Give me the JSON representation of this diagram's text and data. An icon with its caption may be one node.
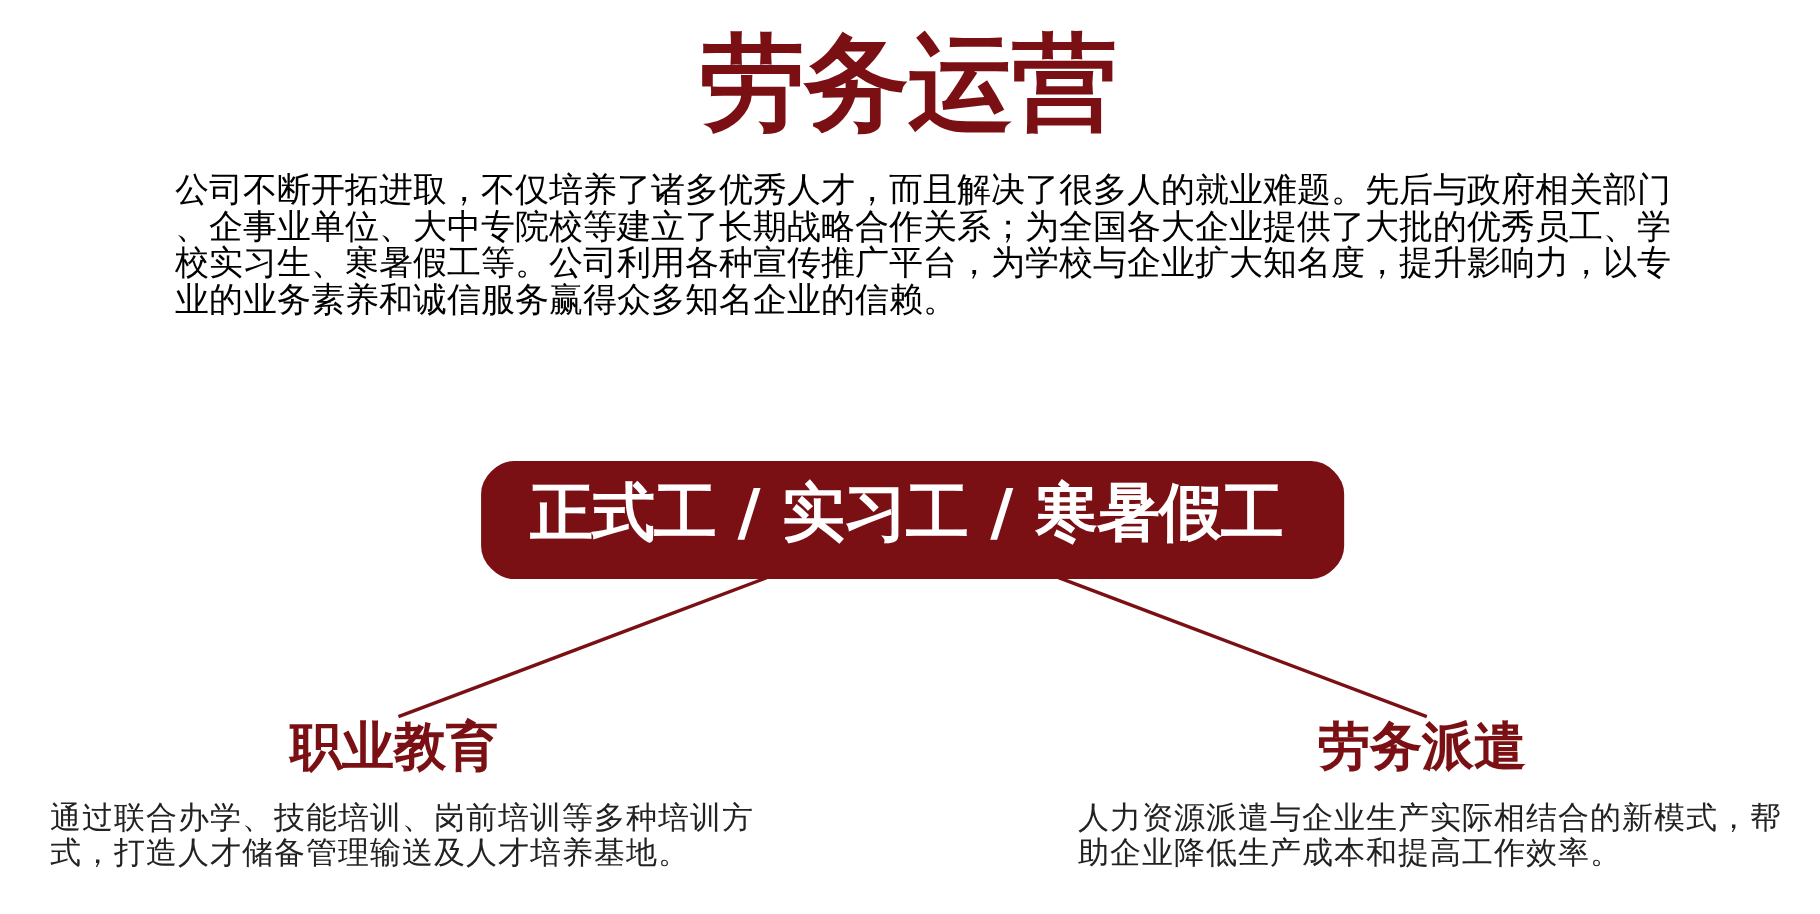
{
  "diagram": {
    "title": "劳务运营",
    "nodes": [
      {
        "text": [
          "正式工 / 实习工 / 寒暑假工"
        ]
      },
      {
        "text": [
          "职业教育"
        ],
        "beside": [
          "通过联合办学、技能培训、岗前培训等多种培训方式，打造人才储备管理输送及人才培养基地。"
        ]
      },
      {
        "text": [
          "劳务派遣"
        ],
        "beside": [
          "人力资源派遣与企业生产实际相结合的新模式，帮助企业降低生产成本和提高工作效率。"
        ]
      }
    ],
    "edges": [
      {
        "from": 0,
        "to": 1,
        "arrow": "none"
      },
      {
        "from": 0,
        "to": 2,
        "arrow": "none"
      }
    ],
    "labels": [
      "公司不断开拓进取，不仅培养了诸多优秀人才，而且解决了很多人的就业难题。先后与政府相关部门、企事业单位、大中专院校等建立了长期战略合作关系；为全国各大企业提供了大批的优秀员工、学校实习生、寒暑假工等。公司利用各种宣传推广平台，为学校与企业扩大知名度，提升影响力，以专业的业务素养和诚信服务赢得众多知名企业的信赖。"
    ]
  }
}
